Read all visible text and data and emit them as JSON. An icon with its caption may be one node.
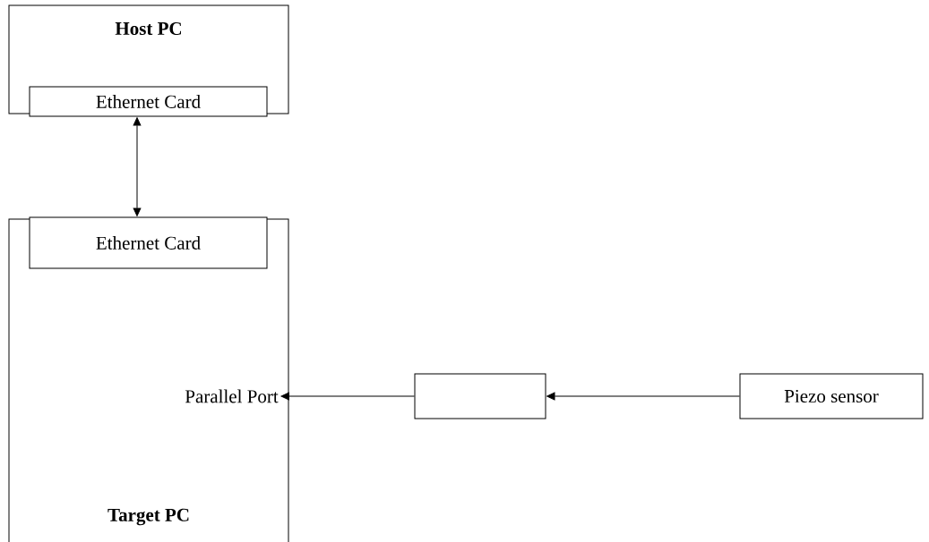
{
  "diagram": {
    "nodes": [
      {
        "text": [
          "Host PC"
        ]
      },
      {
        "text": [
          "Ethernet Card"
        ],
        "in": 0
      },
      {
        "text": [
          "Target PC"
        ]
      },
      {
        "text": [
          "Ethernet Card"
        ],
        "in": 2
      },
      {
        "text": [
          "Parallel Port"
        ],
        "in": 2
      },
      {
        "text": [],
        "shape": "box"
      },
      {
        "text": [
          "Piezo sensor"
        ]
      }
    ],
    "edges": [
      {
        "from": 1,
        "to": 3,
        "arrow": "both"
      },
      {
        "from": 6,
        "to": 5,
        "arrow": "to"
      },
      {
        "from": 5,
        "to": 4,
        "arrow": "to"
      }
    ]
  }
}
